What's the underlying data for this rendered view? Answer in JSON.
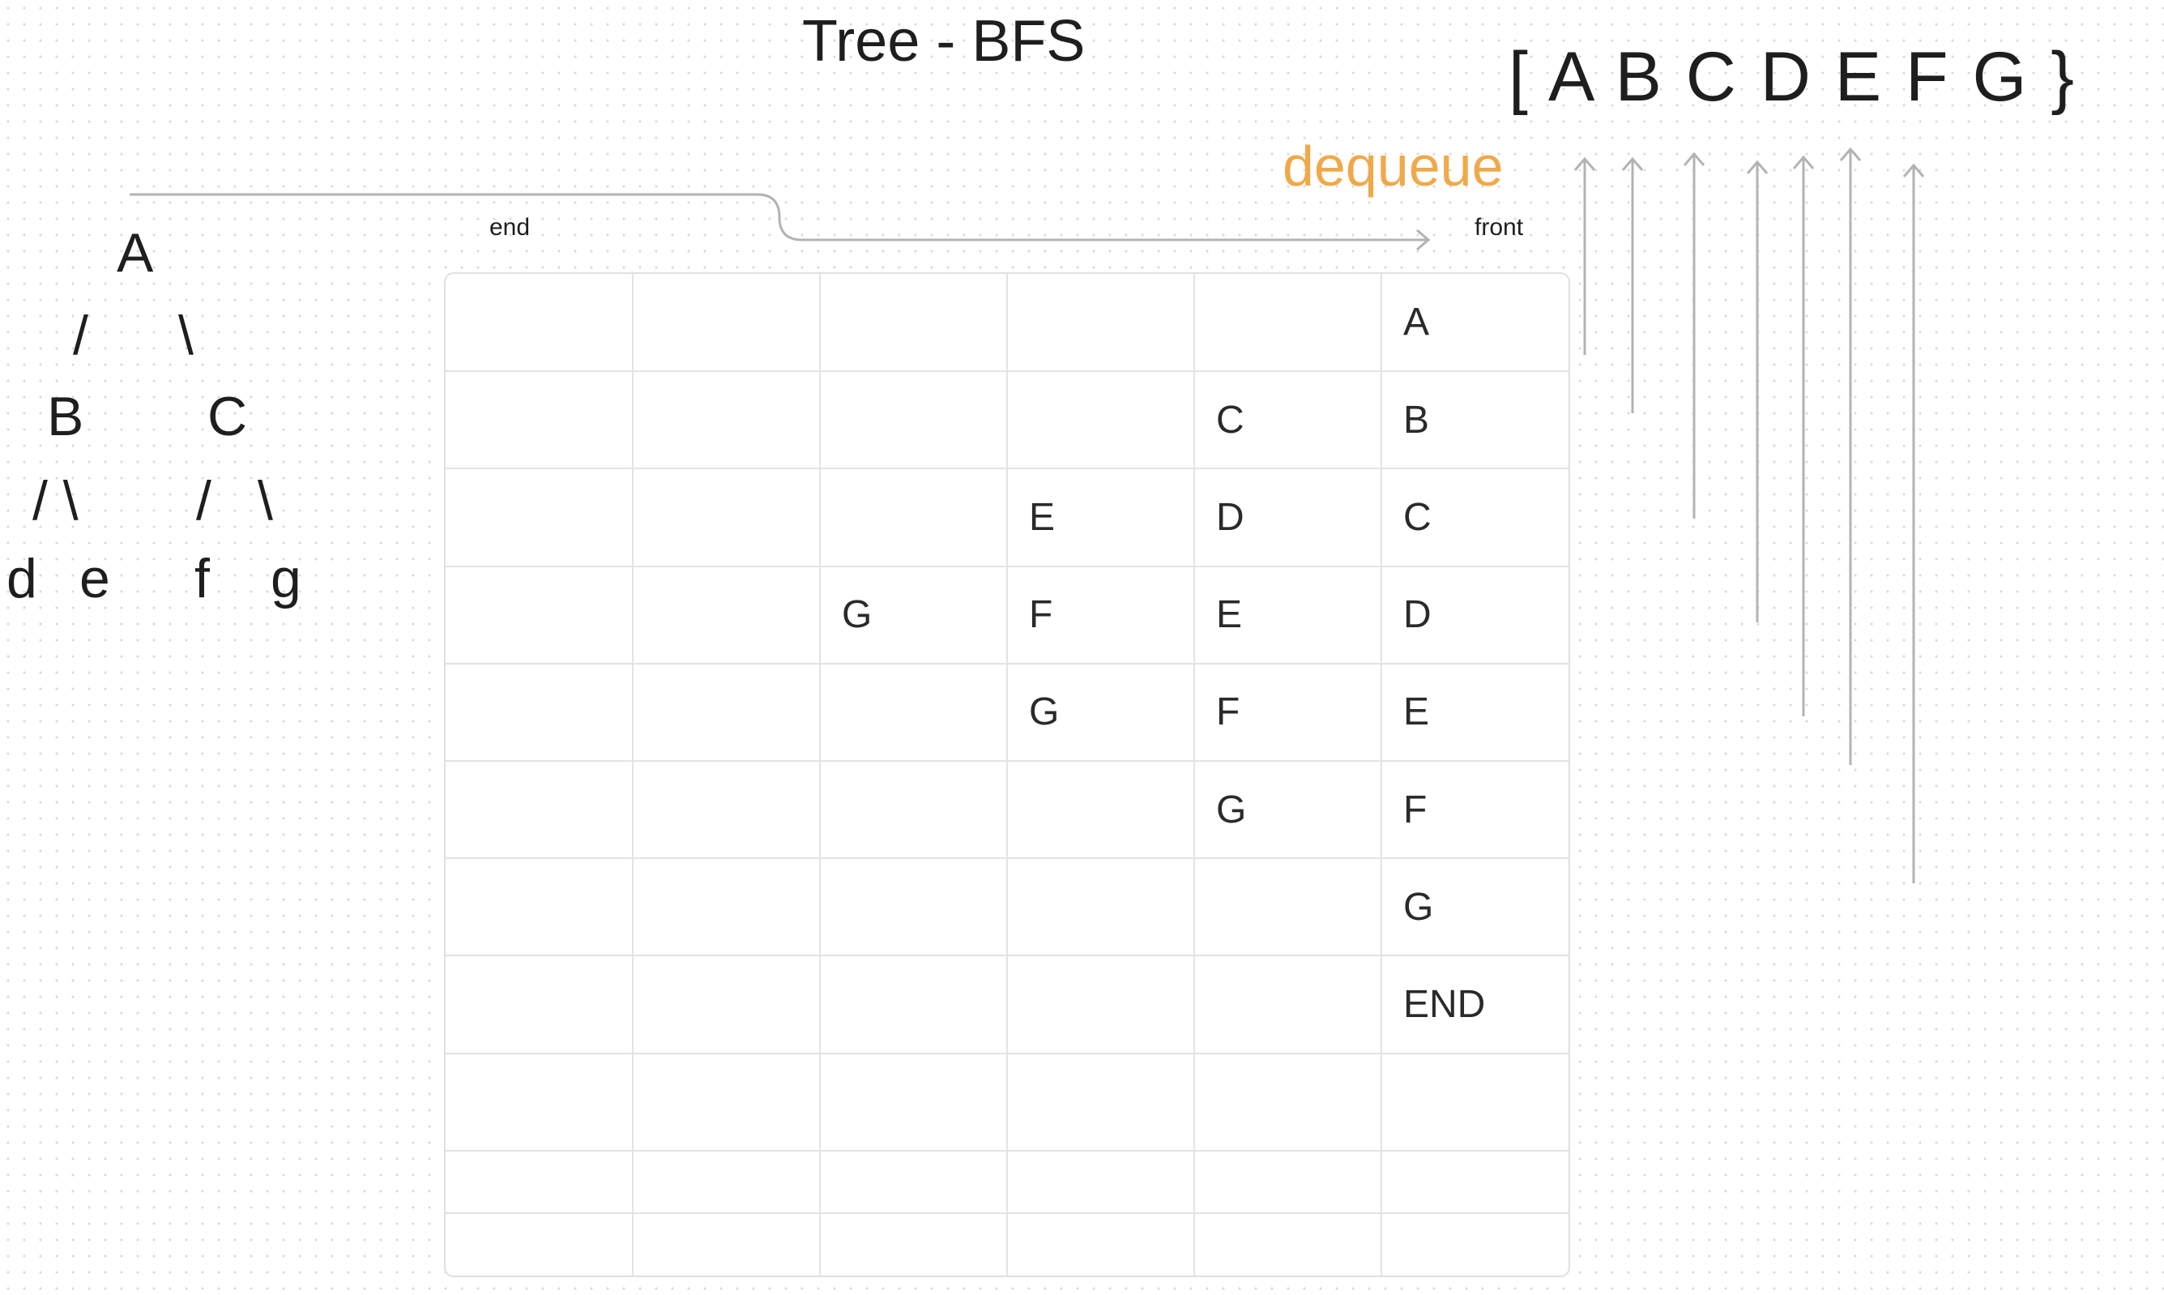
{
  "title": "Tree - BFS",
  "result": "[  A B C D E F G }",
  "dequeue_label": "dequeue",
  "queue_end_label": "end",
  "queue_front_label": "front",
  "colors": {
    "accent": "#f0a94a",
    "text": "#1e1e1e",
    "arrow": "#b3b3b3",
    "grid": "#e3e3e3"
  },
  "tree": {
    "root": "A",
    "level1_edges": [
      "/",
      "\\"
    ],
    "level1": [
      "B",
      "C"
    ],
    "level2_edges_left": "/ \\",
    "level2_edges_right": [
      "/",
      "\\"
    ],
    "level2": [
      "d",
      "e",
      "f",
      "g"
    ]
  },
  "queue_table": [
    [
      "",
      "",
      "",
      "",
      "",
      "A"
    ],
    [
      "",
      "",
      "",
      "",
      "C",
      "B"
    ],
    [
      "",
      "",
      "",
      "E",
      "D",
      "C"
    ],
    [
      "",
      "",
      "G",
      "F",
      "E",
      "D"
    ],
    [
      "",
      "",
      "",
      "G",
      "F",
      "E"
    ],
    [
      "",
      "",
      "",
      "",
      "G",
      "F"
    ],
    [
      "",
      "",
      "",
      "",
      "",
      "G"
    ],
    [
      "",
      "",
      "",
      "",
      "",
      "END"
    ],
    [
      "",
      "",
      "",
      "",
      "",
      ""
    ],
    [
      "",
      "",
      "",
      "",
      "",
      ""
    ],
    [
      "",
      "",
      "",
      "",
      "",
      ""
    ]
  ]
}
